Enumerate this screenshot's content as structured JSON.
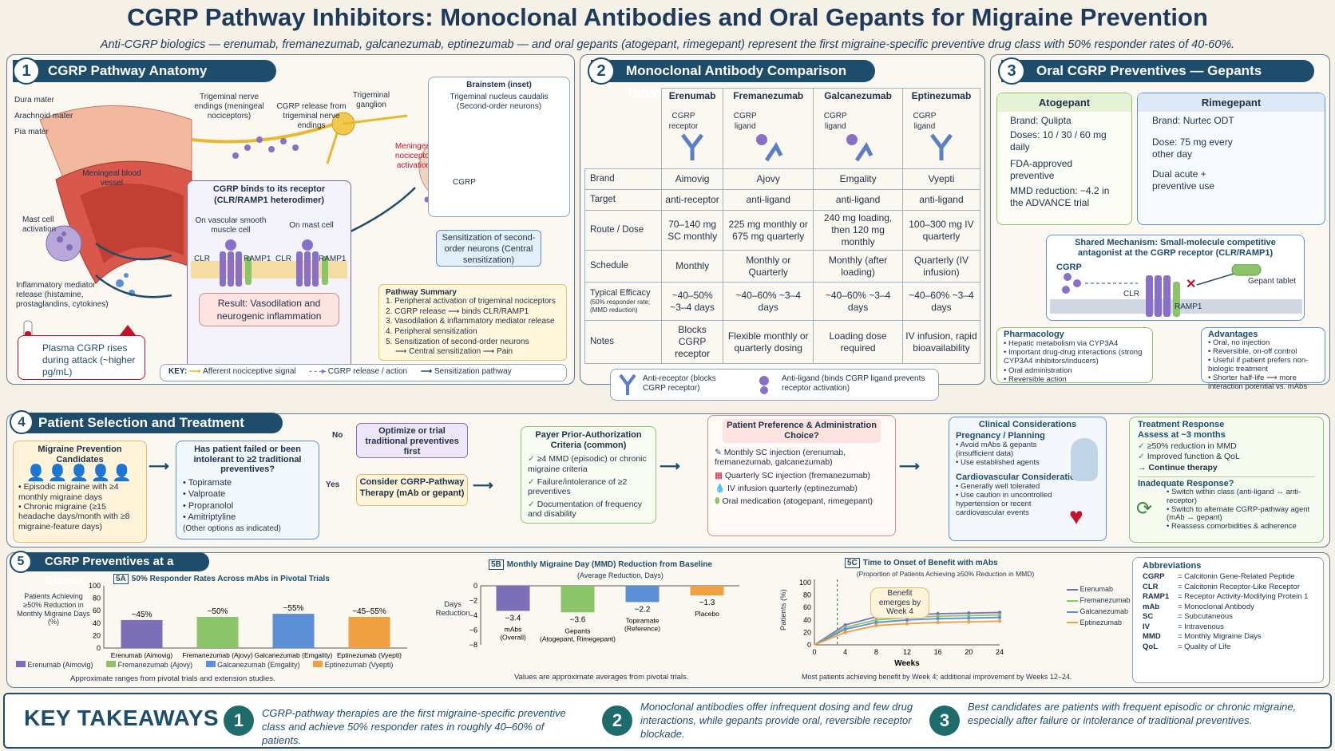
{
  "title": "CGRP Pathway Inhibitors: Monoclonal Antibodies and Oral Gepants for Migraine Prevention",
  "subtitle": "Anti-CGRP biologics — erenumab, fremanezumab, galcanezumab, eptinezumab — and oral gepants (atogepant, rimegepant) represent the first migraine-specific preventive drug class with 50% responder rates of 40-60%.",
  "colors": {
    "navy": "#1e4d6b",
    "erenumab": "#7b6fb8",
    "fremanezumab": "#8cc46a",
    "galcanezumab": "#5b8fd6",
    "eptinezumab": "#f0a040",
    "alert": "#c8102e"
  },
  "s1": {
    "num": "1",
    "header": "CGRP Pathway Anatomy",
    "labels": {
      "dura": "Dura mater",
      "arachnoid": "Arachnoid mater",
      "pia": "Pia mater",
      "trig_endings": "Trigeminal nerve endings (meningeal nociceptors)",
      "cgrp_release": "CGRP release from trigeminal nerve endings",
      "ganglion": "Trigeminal ganglion",
      "mening_act": "Meningeal nociceptor activation",
      "vessel": "Meningeal blood vessel",
      "mast": "Mast cell activation",
      "inflam": "Inflammatory mediator release (histamine, prostaglandins, cytokines)",
      "plasma": "Plasma CGRP rises during attack (~higher pg/mL)"
    },
    "binds_title": "CGRP binds to its receptor (CLR/RAMP1 heterodimer)",
    "smooth": "On vascular smooth muscle cell",
    "mastcell": "On mast cell",
    "clr": "CLR",
    "ramp1": "RAMP1",
    "result": "Result: Vasodilation and neurogenic inflammation",
    "brainstem": "Brainstem (inset)",
    "tnc": "Trigeminal nucleus caudalis (Second-order neurons)",
    "cgrp_lbl": "CGRP",
    "sens": "Sensitization of second-order neurons (Central sensitization)",
    "summary_title": "Pathway Summary",
    "summary": [
      "1. Peripheral activation of trigeminal nociceptors",
      "2. CGRP release ⟶ binds CLR/RAMP1",
      "3. Vasodilation & inflammatory mediator release",
      "4. Peripheral sensitization",
      "5. Sensitization of second-order neurons",
      "⟶ Central sensitization ⟶ Pain"
    ],
    "key": {
      "label": "KEY:",
      "a": "Afferent nociceptive signal",
      "b": "CGRP release / action",
      "c": "Sensitization pathway"
    },
    "abbr": "CGRP = Calcitonin Gene-Related Peptide   |   CLR = Calcitonin Receptor-Like Receptor   |   RAMP1 = Receptor Activity-Modifying Protein 1"
  },
  "s2": {
    "num": "2",
    "header": "Monoclonal Antibody Comparison Table",
    "drugs": [
      {
        "name": "Erenumab",
        "target_tag": "CGRP receptor"
      },
      {
        "name": "Fremanezumab",
        "target_tag": "CGRP ligand"
      },
      {
        "name": "Galcanezumab",
        "target_tag": "CGRP ligand"
      },
      {
        "name": "Eptinezumab",
        "target_tag": "CGRP ligand"
      }
    ],
    "rows": [
      {
        "label": "Brand",
        "cells": [
          "Aimovig",
          "Ajovy",
          "Emgality",
          "Vyepti"
        ]
      },
      {
        "label": "Target",
        "cells": [
          "anti-receptor",
          "anti-ligand",
          "anti-ligand",
          "anti-ligand"
        ]
      },
      {
        "label": "Route / Dose",
        "cells": [
          "70–140 mg SC monthly",
          "225 mg monthly or 675 mg quarterly",
          "240 mg loading, then 120 mg monthly",
          "100–300 mg IV quarterly"
        ]
      },
      {
        "label": "Schedule",
        "cells": [
          "Monthly",
          "Monthly or Quarterly",
          "Monthly (after loading)",
          "Quarterly (IV infusion)"
        ]
      },
      {
        "label": "Typical Efficacy",
        "sub": "(50% responder rate; (MMD reduction)",
        "cells": [
          "~40–50% ~3–4 days",
          "~40–60% ~3–4 days",
          "~40–60% ~3–4 days",
          "~40–60% ~3–4 days"
        ]
      },
      {
        "label": "Notes",
        "cells": [
          "Blocks CGRP receptor",
          "Flexible monthly or quarterly dosing",
          "Loading dose required",
          "IV infusion, rapid bioavailability"
        ]
      }
    ],
    "legend_a": "Anti-receptor (blocks CGRP receptor)",
    "legend_b": "Anti-ligand (binds CGRP ligand prevents receptor activation)"
  },
  "s3": {
    "num": "3",
    "header": "Oral CGRP Preventives — Gepants",
    "atogepant": {
      "name": "Atogepant",
      "lines": [
        "Brand:  Qulipta",
        "Doses:  10 / 30 / 60 mg daily",
        "FDA-approved preventive",
        "MMD reduction: −4.2 in the ADVANCE trial"
      ]
    },
    "rimegepant": {
      "name": "Rimegepant",
      "lines": [
        "Brand:  Nurtec ODT",
        "Dose:  75 mg every other day",
        "Dual acute + preventive use"
      ]
    },
    "mech_title": "Shared Mechanism:  Small-molecule competitive antagonist at the CGRP receptor (CLR/RAMP1)",
    "mech_cgrp": "CGRP",
    "mech_clr": "CLR",
    "mech_ramp": "RAMP1",
    "mech_tablet": "Gepant tablet",
    "pharm_title": "Pharmacology",
    "pharm": [
      "Hepatic metabolism via CYP3A4",
      "Important drug-drug interactions (strong CYP3A4 inhibitors/inducers)",
      "Oral administration",
      "Reversible action"
    ],
    "adv_title": "Advantages",
    "adv": [
      "Oral, no injection",
      "Reversible, on-off control",
      "Useful if patient prefers non-biologic treatment",
      "Shorter half-life ⟶ more interaction potential vs. mAbs"
    ]
  },
  "s4": {
    "num": "4",
    "header": "Patient Selection and Treatment Algorithm",
    "cand_title": "Migraine Prevention Candidates",
    "cand": [
      "Episodic migraine with ≥4 monthly migraine days",
      "Chronic migraine (≥15 headache days/month with ≥8 migraine-feature days)"
    ],
    "q": "Has patient failed or been intolerant to ≥2 traditional preventives?",
    "drugs": [
      "Topiramate",
      "Valproate",
      "Propranolol",
      "Amitriptyline"
    ],
    "other": "(Other options as indicated)",
    "no": "No",
    "yes": "Yes",
    "optimize": "Optimize or trial traditional preventives first",
    "consider": "Consider CGRP-Pathway Therapy (mAb or gepant)",
    "payer_title": "Payer Prior-Authorization Criteria (common)",
    "payer": [
      "≥4 MMD (episodic) or chronic migraine criteria",
      "Failure/intolerance of ≥2 preventives",
      "Documentation of frequency and disability"
    ],
    "pref_title": "Patient Preference & Administration Choice?",
    "pref": [
      "Monthly SC injection (erenumab, fremanezumab, galcanezumab)",
      "Quarterly SC injection (fremanezumab)",
      "IV infusion quarterly (eptinezumab)",
      "Oral medication (atogepant, rimegepant)"
    ],
    "clin_title": "Clinical Considerations",
    "preg_title": "Pregnancy / Planning",
    "preg": [
      "Avoid mAbs & gepants (insufficient data)",
      "Use established agents"
    ],
    "cv_title": "Cardiovascular Considerations",
    "cv": [
      "Generally well tolerated",
      "Use caution in uncontrolled hypertension or recent cardiovascular events"
    ],
    "resp_title": "Treatment Response Assess at ~3 months",
    "resp": [
      "≥50% reduction in MMD",
      "Improved function & QoL",
      "Continue therapy"
    ],
    "inad_title": "Inadequate Response?",
    "inad": [
      "Switch within class (anti-ligand ↔ anti-receptor)",
      "Switch to alternate CGRP-pathway agent (mAb ↔ gepant)",
      "Reassess comorbidities & adherence"
    ]
  },
  "s5": {
    "num": "5",
    "header": "CGRP Preventives at a Glance",
    "a_title": "50% Responder Rates Across mAbs in Pivotal Trials",
    "a_tag": "5A",
    "a_ylabel": "Patients Achieving ≥50% Reduction in Monthly Migraine Days (%)",
    "a_note": "Approximate ranges from pivotal trials and extension studies.",
    "b_title": "Monthly Migraine Day (MMD) Reduction from Baseline",
    "b_tag": "5B",
    "b_sub": "(Average Reduction, Days)",
    "b_ylabel": "Days Reduction",
    "b_note": "Values are approximate averages from pivotal trials.",
    "c_title": "Time to Onset of Benefit with mAbs",
    "c_tag": "5C",
    "c_sub": "(Proportion of Patients Achieving ≥50% Reduction in MMD)",
    "c_ylabel": "Patients (%)",
    "c_xlabel": "Weeks",
    "c_annot": "Benefit emerges by Week 4",
    "c_note": "Most patients achieving benefit by Week 4; additional improvement by Weeks 12–24.",
    "abbr_title": "Abbreviations",
    "abbr": [
      [
        "CGRP",
        "= Calcitonin Gene-Related Peptide"
      ],
      [
        "CLR",
        "= Calcitonin Receptor-Like Receptor"
      ],
      [
        "RAMP1",
        "= Receptor Activity-Modifying Protein 1"
      ],
      [
        "mAb",
        "= Monoclonal Antibody"
      ],
      [
        "SC",
        "= Subcutaneous"
      ],
      [
        "IV",
        "= Intravenous"
      ],
      [
        "MMD",
        "= Monthly Migraine Days"
      ],
      [
        "QoL",
        "= Quality of Life"
      ]
    ]
  },
  "takeaways": {
    "title": "KEY TAKEAWAYS",
    "items": [
      {
        "n": "1",
        "text": "CGRP-pathway therapies are the first migraine-specific preventive class and achieve 50% responder rates in roughly 40–60% of patients."
      },
      {
        "n": "2",
        "text": "Monoclonal antibodies offer infrequent dosing and few drug interactions, while gepants provide oral, reversible receptor blockade."
      },
      {
        "n": "3",
        "text": "Best candidates are patients with frequent episodic or chronic migraine, especially after failure or intolerance of traditional preventives."
      }
    ]
  },
  "chart_data": [
    {
      "type": "bar",
      "categories": [
        "Erenumab (Aimovig)",
        "Fremanezumab (Ajovy)",
        "Galcanezumab (Emgality)",
        "Eptinezumab (Vyepti)"
      ],
      "values": [
        45,
        50,
        55,
        50
      ],
      "data_labels": [
        "~45%",
        "~50%",
        "~55%",
        "~45–55%"
      ],
      "title": "50% Responder Rates Across mAbs in Pivotal Trials",
      "ylabel": "Patients Achieving ≥50% Reduction in Monthly Migraine Days (%)",
      "ylim": [
        0,
        100
      ],
      "yticks": [
        0,
        20,
        40,
        60,
        80,
        100
      ],
      "legend": [
        "Erenumab (Aimovig)",
        "Fremanezumab (Ajovy)",
        "Galcanezumab (Emgality)",
        "Eptinezumab (Vyepti)"
      ],
      "colors": [
        "#7b6fb8",
        "#8cc46a",
        "#5b8fd6",
        "#f0a040"
      ]
    },
    {
      "type": "bar",
      "categories": [
        "mAbs (Overall)",
        "Gepants (Atogepant, Rimegepant)",
        "Topiramate (Reference)",
        "Placebo"
      ],
      "values": [
        -3.4,
        -3.6,
        -2.2,
        -1.3
      ],
      "data_labels": [
        "−3.4",
        "−3.6",
        "−2.2",
        "−1.3"
      ],
      "title": "Monthly Migraine Day (MMD) Reduction from Baseline",
      "ylabel": "Days Reduction",
      "ylim": [
        -8,
        0
      ],
      "yticks": [
        0,
        -2,
        -4,
        -6,
        -8
      ],
      "colors": [
        "#7b6fb8",
        "#8cc46a",
        "#5b8fd6",
        "#f0a040"
      ]
    },
    {
      "type": "line",
      "x": [
        0,
        4,
        8,
        12,
        16,
        20,
        24
      ],
      "series": [
        {
          "name": "Erenumab",
          "values": [
            0,
            32,
            45,
            48,
            50,
            51,
            52
          ],
          "color": "#7b6fb8"
        },
        {
          "name": "Fremanezumab",
          "values": [
            0,
            28,
            40,
            44,
            46,
            47,
            48
          ],
          "color": "#8cc46a"
        },
        {
          "name": "Galcanezumab",
          "values": [
            0,
            25,
            36,
            40,
            42,
            43,
            44
          ],
          "color": "#5b8fd6"
        },
        {
          "name": "Eptinezumab",
          "values": [
            0,
            20,
            31,
            34,
            36,
            37,
            38
          ],
          "color": "#f0a040"
        }
      ],
      "title": "Time to Onset of Benefit with mAbs",
      "xlabel": "Weeks",
      "ylabel": "Patients (%)",
      "xticks": [
        0,
        4,
        8,
        12,
        16,
        20,
        24
      ],
      "yticks": [
        0,
        20,
        40,
        60,
        80,
        100
      ],
      "ylim": [
        0,
        100
      ]
    }
  ]
}
